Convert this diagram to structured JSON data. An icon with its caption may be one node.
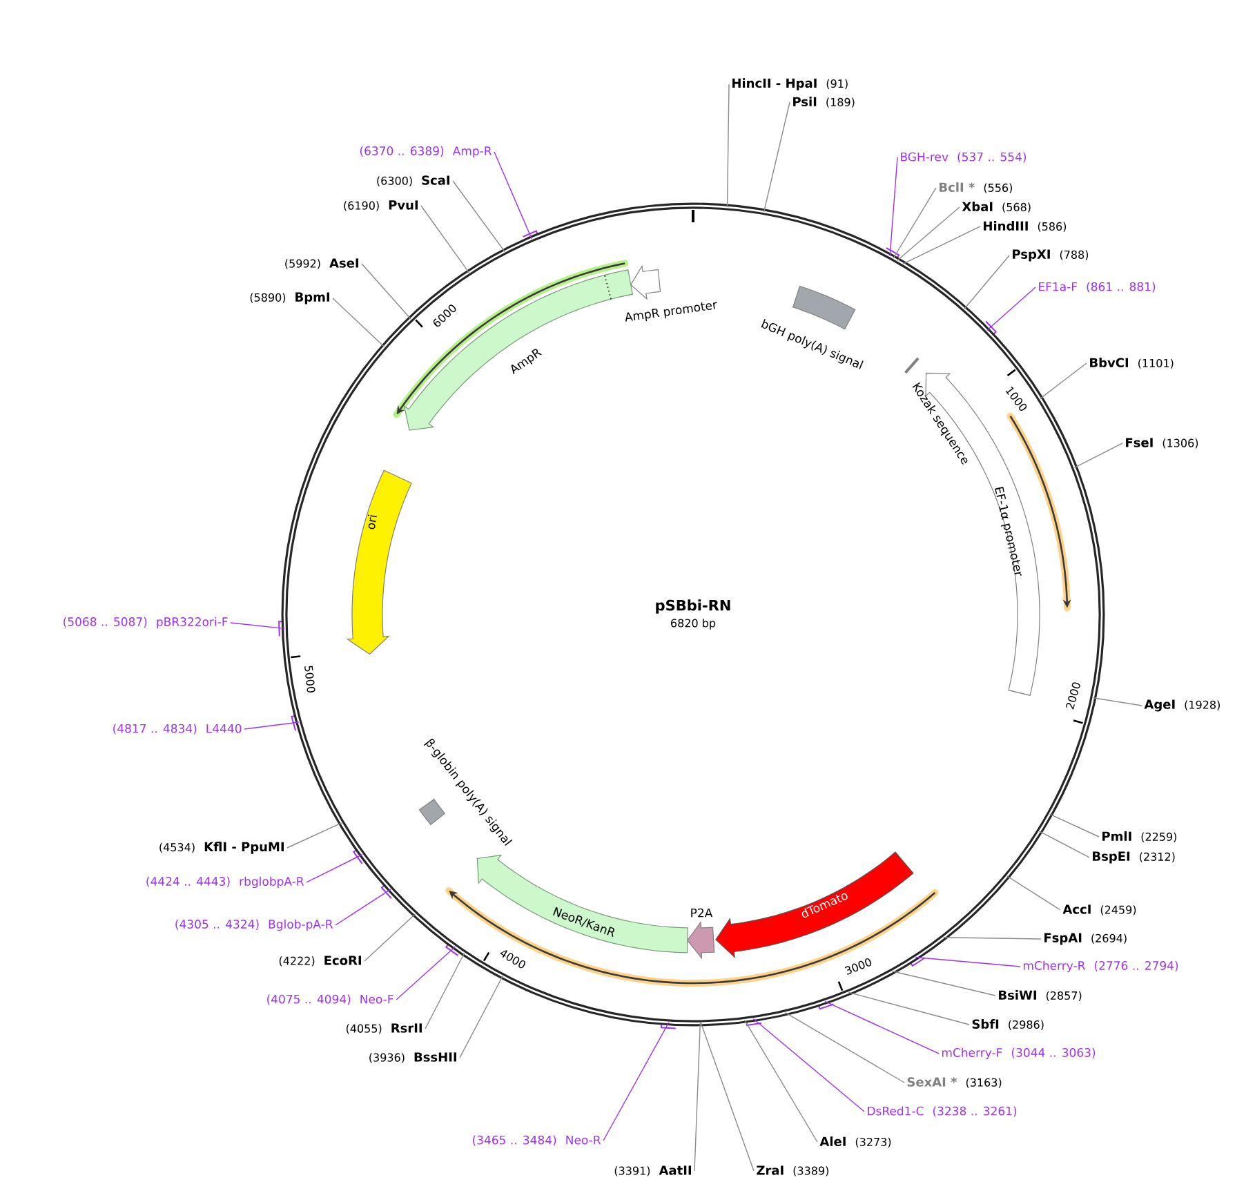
{
  "diagram": {
    "nodes": [
      {
        "text": [
          "pSBbi-RN",
          "6820 bp"
        ]
      },
      {
        "text": [
          "AmpR promoter"
        ],
        "in": 0
      },
      {
        "text": [
          "AmpR"
        ],
        "in": 0
      },
      {
        "text": [
          "ori"
        ],
        "in": 0
      },
      {
        "text": [
          "bGH poly(A) signal"
        ],
        "in": 0
      },
      {
        "text": [
          "Kozak sequence"
        ],
        "in": 0
      },
      {
        "text": [
          "EF-1α promoter"
        ],
        "in": 0
      },
      {
        "text": [
          "dTomato"
        ],
        "in": 0
      },
      {
        "text": [
          "P2A"
        ],
        "in": 0
      },
      {
        "text": [
          "NeoR/KanR"
        ],
        "in": 0
      },
      {
        "text": [
          "β-globin poly(A) signal"
        ],
        "in": 0
      },
      {
        "text": [
          "HincII - HpaI",
          "(91)"
        ]
      },
      {
        "text": [
          "PsiI",
          "(189)"
        ]
      },
      {
        "text": [
          "BGH-rev",
          "(537 .. 554)"
        ]
      },
      {
        "text": [
          "BclI *",
          "(556)"
        ]
      },
      {
        "text": [
          "XbaI",
          "(568)"
        ]
      },
      {
        "text": [
          "HindIII",
          "(586)"
        ]
      },
      {
        "text": [
          "PspXI",
          "(788)"
        ]
      },
      {
        "text": [
          "EF1a-F",
          "(861 .. 881)"
        ]
      },
      {
        "text": [
          "BbvCI",
          "(1101)"
        ]
      },
      {
        "text": [
          "FseI",
          "(1306)"
        ]
      },
      {
        "text": [
          "AgeI",
          "(1928)"
        ]
      },
      {
        "text": [
          "PmlI",
          "(2259)"
        ]
      },
      {
        "text": [
          "BspEI",
          "(2312)"
        ]
      },
      {
        "text": [
          "AccI",
          "(2459)"
        ]
      },
      {
        "text": [
          "FspAI",
          "(2694)"
        ]
      },
      {
        "text": [
          "mCherry-R",
          "(2776 .. 2794)"
        ]
      },
      {
        "text": [
          "BsiWI",
          "(2857)"
        ]
      },
      {
        "text": [
          "SbfI",
          "(2986)"
        ]
      },
      {
        "text": [
          "mCherry-F",
          "(3044 .. 3063)"
        ]
      },
      {
        "text": [
          "SexAI *",
          "(3163)"
        ]
      },
      {
        "text": [
          "DsRed1-C",
          "(3238 .. 3261)"
        ]
      },
      {
        "text": [
          "AleI",
          "(3273)"
        ]
      },
      {
        "text": [
          "ZraI",
          "(3389)"
        ]
      },
      {
        "text": [
          "(3391)",
          "AatII"
        ]
      },
      {
        "text": [
          "(3465 .. 3484)",
          "Neo-R"
        ]
      },
      {
        "text": [
          "(3936)",
          "BssHII"
        ]
      },
      {
        "text": [
          "(4055)",
          "RsrII"
        ]
      },
      {
        "text": [
          "(4075 .. 4094)",
          "Neo-F"
        ]
      },
      {
        "text": [
          "(4222)",
          "EcoRI"
        ]
      },
      {
        "text": [
          "(4305 .. 4324)",
          "Bglob-pA-R"
        ]
      },
      {
        "text": [
          "(4424 .. 4443)",
          "rbglobpA-R"
        ]
      },
      {
        "text": [
          "(4534)",
          "KflI - PpuMI"
        ]
      },
      {
        "text": [
          "(4817 .. 4834)",
          "L4440"
        ]
      },
      {
        "text": [
          "(5068 .. 5087)",
          "pBR322ori-F"
        ]
      },
      {
        "text": [
          "(5890)",
          "BpmI"
        ]
      },
      {
        "text": [
          "(5992)",
          "AseI"
        ]
      },
      {
        "text": [
          "(6190)",
          "PvuI"
        ]
      },
      {
        "text": [
          "(6300)",
          "ScaI"
        ]
      },
      {
        "text": [
          "(6370 .. 6389)",
          "Amp-R"
        ]
      }
    ],
    "edges": [
      {
        "from": 11,
        "to": 0,
        "arrow": "none"
      },
      {
        "from": 12,
        "to": 0,
        "arrow": "none"
      },
      {
        "from": 13,
        "to": 0,
        "arrow": "none",
        "color": "#a030f0"
      },
      {
        "from": 14,
        "to": 0,
        "arrow": "none"
      },
      {
        "from": 15,
        "to": 0,
        "arrow": "none"
      },
      {
        "from": 16,
        "to": 0,
        "arrow": "none"
      },
      {
        "from": 17,
        "to": 0,
        "arrow": "none"
      },
      {
        "from": 18,
        "to": 0,
        "arrow": "none",
        "color": "#a030f0"
      },
      {
        "from": 19,
        "to": 0,
        "arrow": "none"
      },
      {
        "from": 20,
        "to": 0,
        "arrow": "none"
      },
      {
        "from": 21,
        "to": 0,
        "arrow": "none"
      },
      {
        "from": 22,
        "to": 0,
        "arrow": "none"
      },
      {
        "from": 23,
        "to": 0,
        "arrow": "none"
      },
      {
        "from": 24,
        "to": 0,
        "arrow": "none"
      },
      {
        "from": 25,
        "to": 0,
        "arrow": "none"
      },
      {
        "from": 26,
        "to": 0,
        "arrow": "none",
        "color": "#a030f0"
      },
      {
        "from": 27,
        "to": 0,
        "arrow": "none"
      },
      {
        "from": 28,
        "to": 0,
        "arrow": "none"
      },
      {
        "from": 29,
        "to": 0,
        "arrow": "none",
        "color": "#a030f0"
      },
      {
        "from": 30,
        "to": 0,
        "arrow": "none"
      },
      {
        "from": 31,
        "to": 0,
        "arrow": "none",
        "color": "#a030f0"
      },
      {
        "from": 32,
        "to": 0,
        "arrow": "none"
      },
      {
        "from": 33,
        "to": 0,
        "arrow": "none"
      },
      {
        "from": 34,
        "to": 0,
        "arrow": "none"
      },
      {
        "from": 35,
        "to": 0,
        "arrow": "none",
        "color": "#a030f0"
      },
      {
        "from": 36,
        "to": 0,
        "arrow": "none"
      },
      {
        "from": 37,
        "to": 0,
        "arrow": "none"
      },
      {
        "from": 38,
        "to": 0,
        "arrow": "none",
        "color": "#a030f0"
      },
      {
        "from": 39,
        "to": 0,
        "arrow": "none"
      },
      {
        "from": 40,
        "to": 0,
        "arrow": "none",
        "color": "#a030f0"
      },
      {
        "from": 41,
        "to": 0,
        "arrow": "none",
        "color": "#a030f0"
      },
      {
        "from": 42,
        "to": 0,
        "arrow": "none"
      },
      {
        "from": 43,
        "to": 0,
        "arrow": "none",
        "color": "#a030f0"
      },
      {
        "from": 44,
        "to": 0,
        "arrow": "none",
        "color": "#a030f0"
      },
      {
        "from": 45,
        "to": 0,
        "arrow": "none"
      },
      {
        "from": 46,
        "to": 0,
        "arrow": "none"
      },
      {
        "from": 47,
        "to": 0,
        "arrow": "none"
      },
      {
        "from": 48,
        "to": 0,
        "arrow": "none"
      },
      {
        "from": 49,
        "to": 0,
        "arrow": "none",
        "color": "#a030f0"
      }
    ],
    "labels": [
      "1000",
      "2000",
      "3000",
      "4000",
      "5000",
      "6000"
    ]
  }
}
